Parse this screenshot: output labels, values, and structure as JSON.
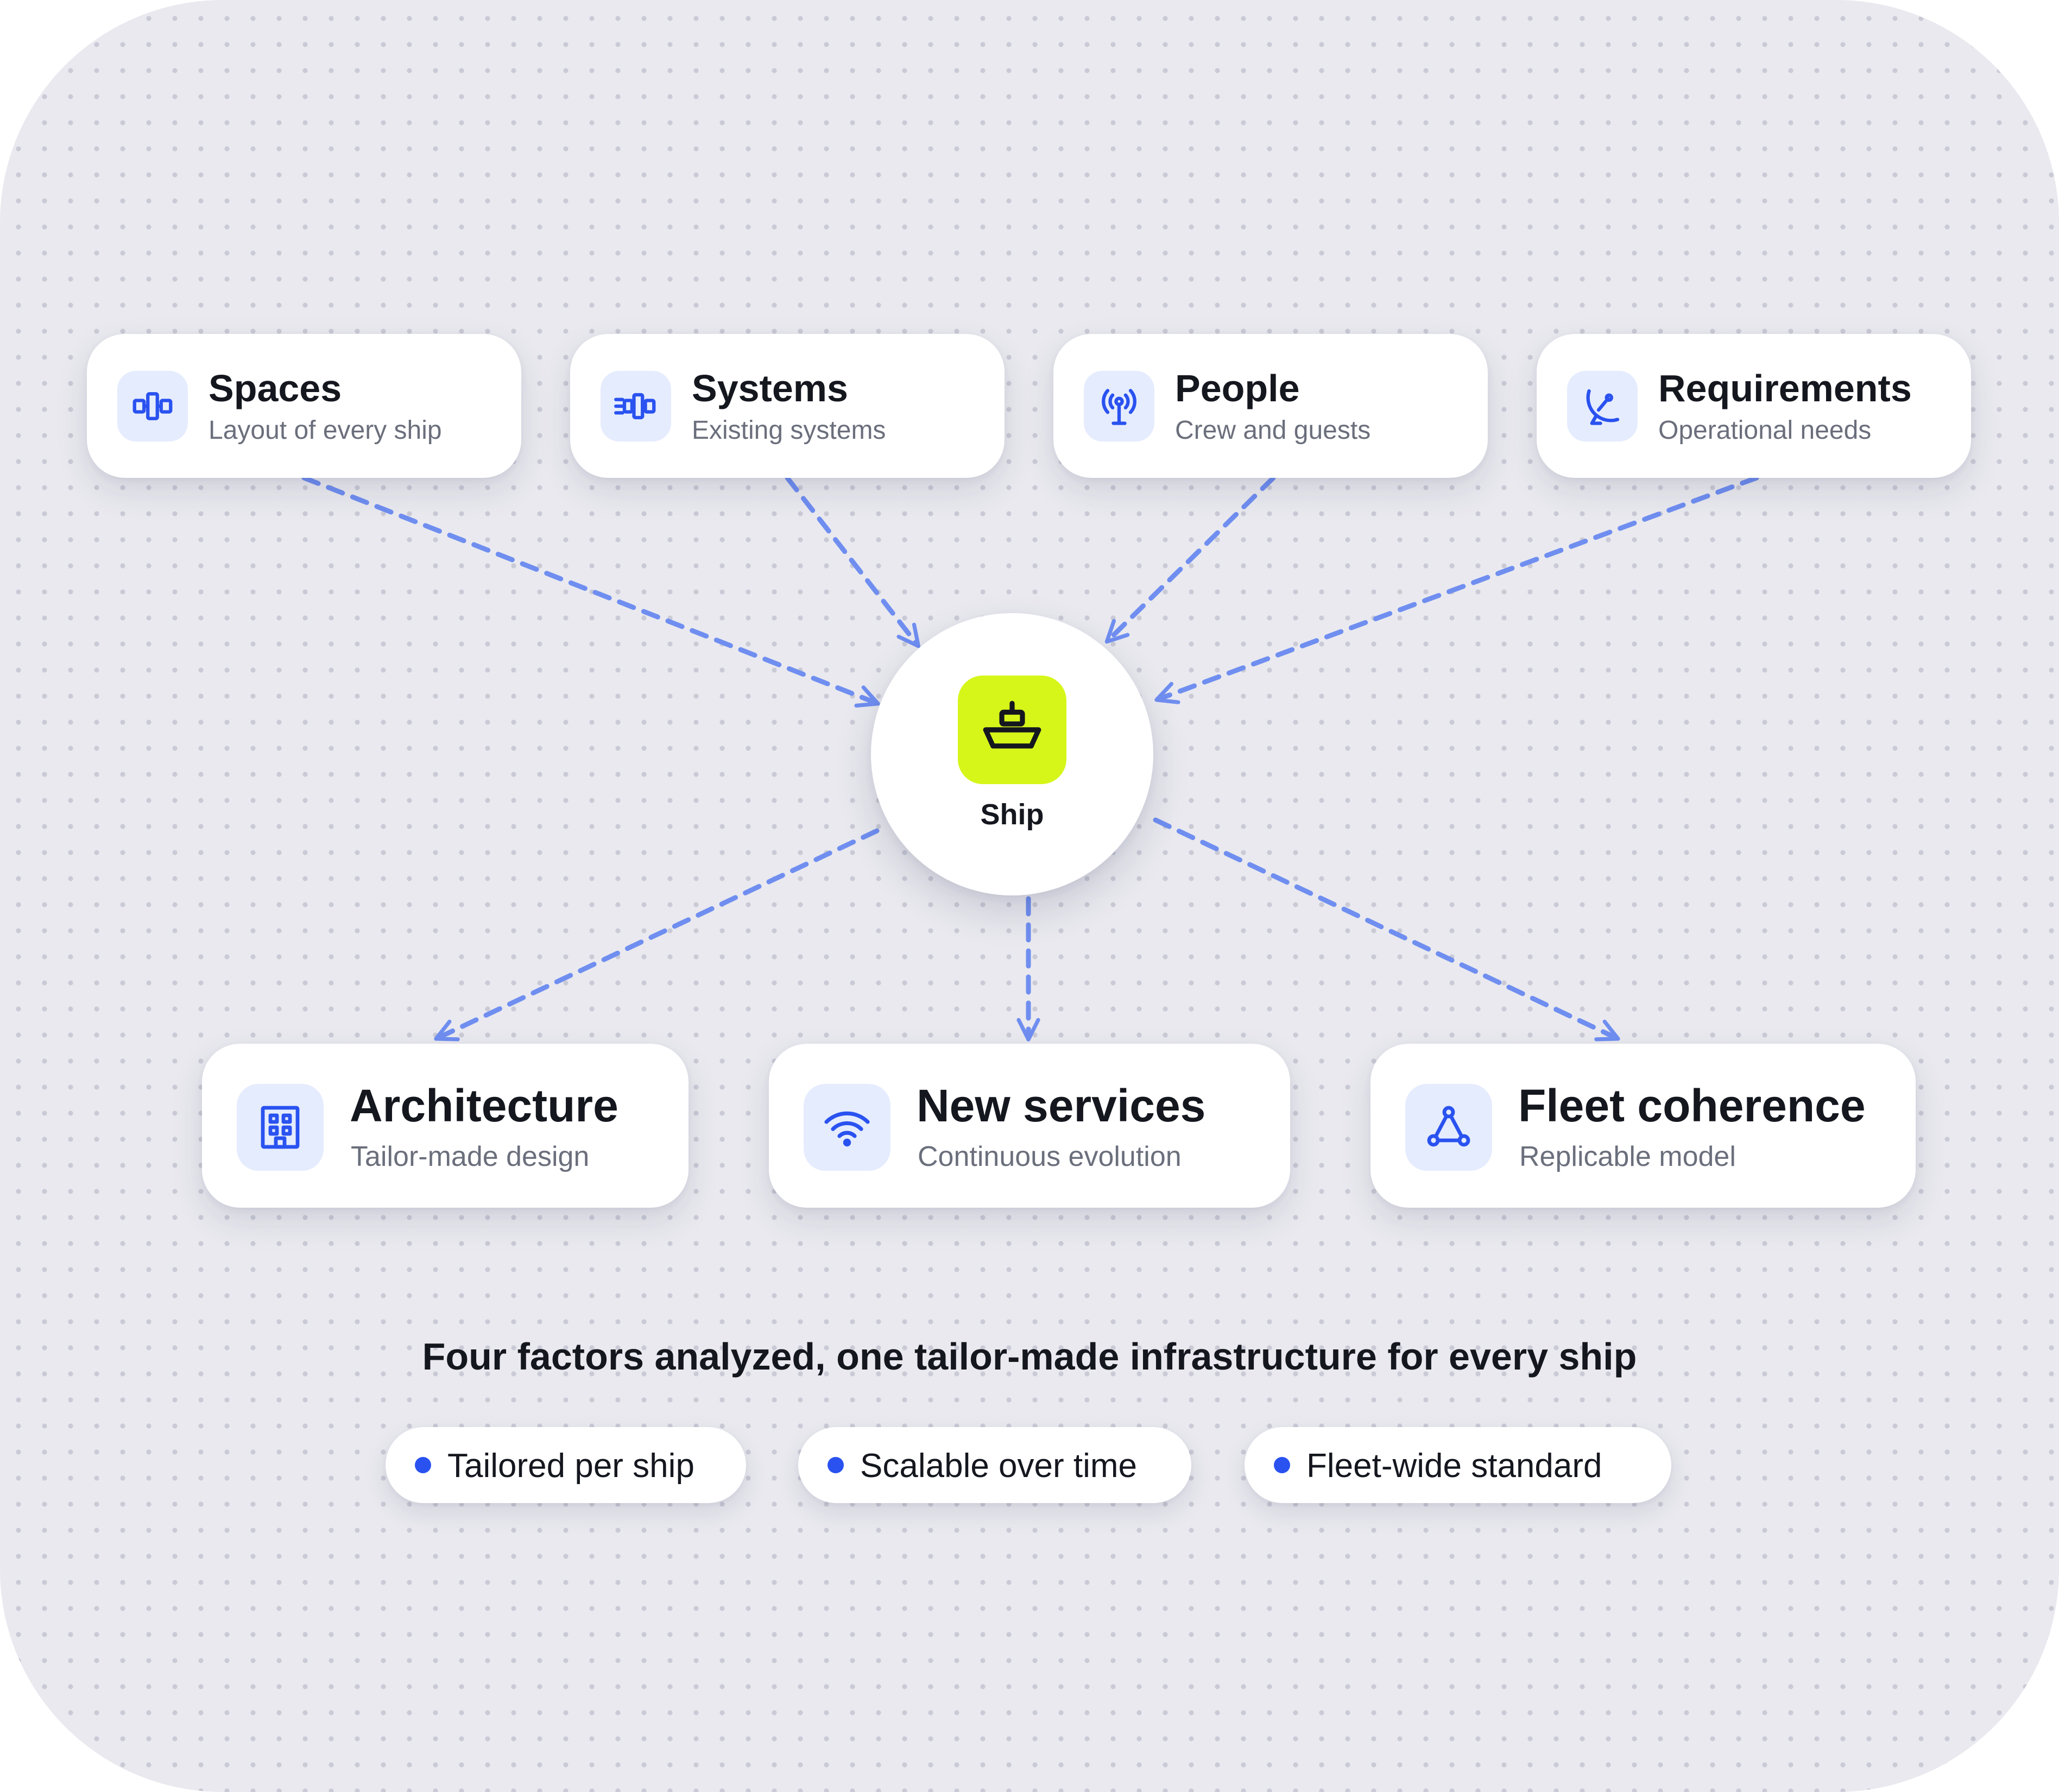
{
  "inputs": [
    {
      "title": "Spaces",
      "subtitle": "Layout of every ship",
      "icon": "spaces-icon"
    },
    {
      "title": "Systems",
      "subtitle": "Existing systems",
      "icon": "systems-icon"
    },
    {
      "title": "People",
      "subtitle": "Crew and guests",
      "icon": "antenna-icon"
    },
    {
      "title": "Requirements",
      "subtitle": "Operational needs",
      "icon": "satellite-dish-icon"
    }
  ],
  "hub": {
    "label": "Ship",
    "icon": "ship-icon"
  },
  "outputs": [
    {
      "title": "Architecture",
      "subtitle": "Tailor-made design",
      "icon": "building-icon"
    },
    {
      "title": "New services",
      "subtitle": "Continuous evolution",
      "icon": "wifi-icon"
    },
    {
      "title": "Fleet coherence",
      "subtitle": "Replicable model",
      "icon": "network-triangle-icon"
    }
  ],
  "caption": "Four factors analyzed, one tailor-made infrastructure for every ship",
  "pills": [
    {
      "label": "Tailored per ship"
    },
    {
      "label": "Scalable over time"
    },
    {
      "label": "Fleet-wide standard"
    }
  ],
  "colors": {
    "accent": "#2a52f0",
    "connector": "#6f8ef0",
    "hub_tile": "#d6f61a",
    "icon_tile": "#e5ecfe",
    "background": "#e9e9ef"
  }
}
